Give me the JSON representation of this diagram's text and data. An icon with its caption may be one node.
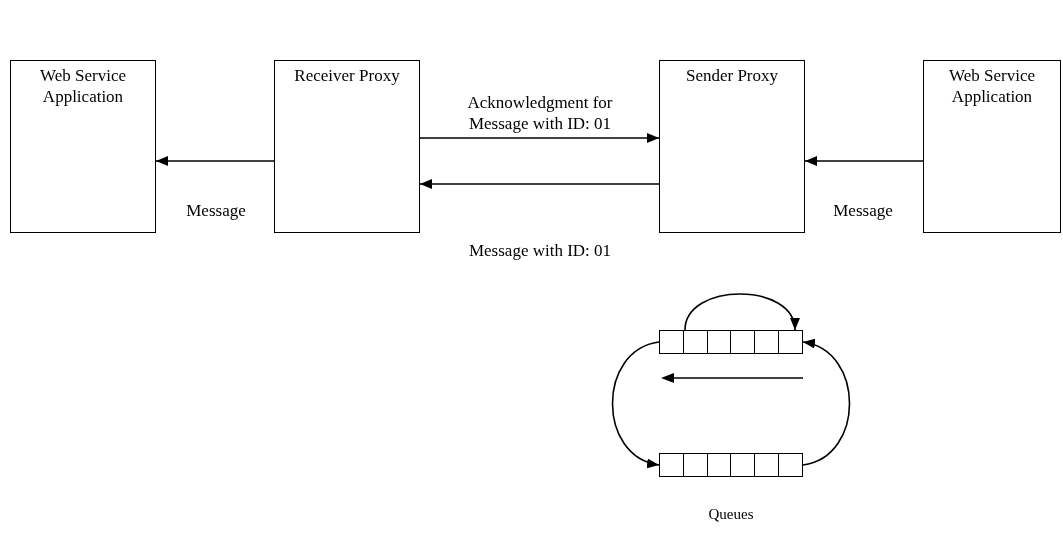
{
  "diagram": {
    "nodes": [
      {
        "text": [
          "Web Service Application"
        ]
      },
      {
        "text": [
          "Receiver Proxy"
        ]
      },
      {
        "text": [
          "Sender Proxy"
        ]
      },
      {
        "text": [
          "Web Service Application"
        ]
      },
      {
        "text": [],
        "shape": "bar"
      },
      {
        "text": [],
        "shape": "bar"
      }
    ],
    "edges": [
      {
        "from": 1,
        "to": 0,
        "arrow": "to",
        "label": "Message"
      },
      {
        "from": 1,
        "to": 2,
        "arrow": "to",
        "label": "Acknowledgment for Message with ID: 01"
      },
      {
        "from": 2,
        "to": 1,
        "arrow": "to",
        "label": "Message with ID: 01"
      },
      {
        "from": 3,
        "to": 2,
        "arrow": "to",
        "label": "Message"
      },
      {
        "from": 4,
        "to": 4,
        "arrow": "to"
      },
      {
        "from": 4,
        "to": 5,
        "arrow": "to"
      },
      {
        "from": 5,
        "to": 4,
        "arrow": "to"
      }
    ],
    "labels": [
      "Queues"
    ]
  }
}
